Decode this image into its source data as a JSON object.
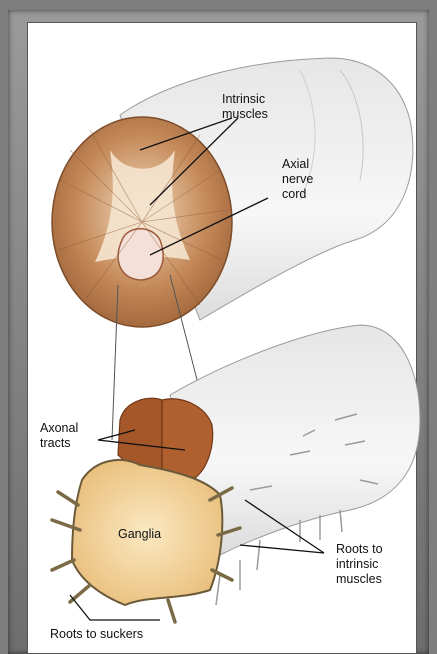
{
  "labels": {
    "intrinsic_muscles": [
      "Intrinsic",
      "muscles"
    ],
    "axial_nerve_cord": [
      "Axial",
      "nerve",
      "cord"
    ],
    "axonal_tracts": [
      "Axonal",
      "tracts"
    ],
    "ganglia": "Ganglia",
    "roots_to_intrinsic_muscles": [
      "Roots to",
      "intrinsic",
      "muscles"
    ],
    "roots_to_suckers": "Roots to suckers"
  },
  "colors": {
    "muscle": "#b97b4c",
    "muscle_light": "#e9c9a4",
    "ganglion": "#f6dca6",
    "axonal_tract": "#a35323",
    "root": "#7a6a45",
    "label_line": "#111111"
  }
}
